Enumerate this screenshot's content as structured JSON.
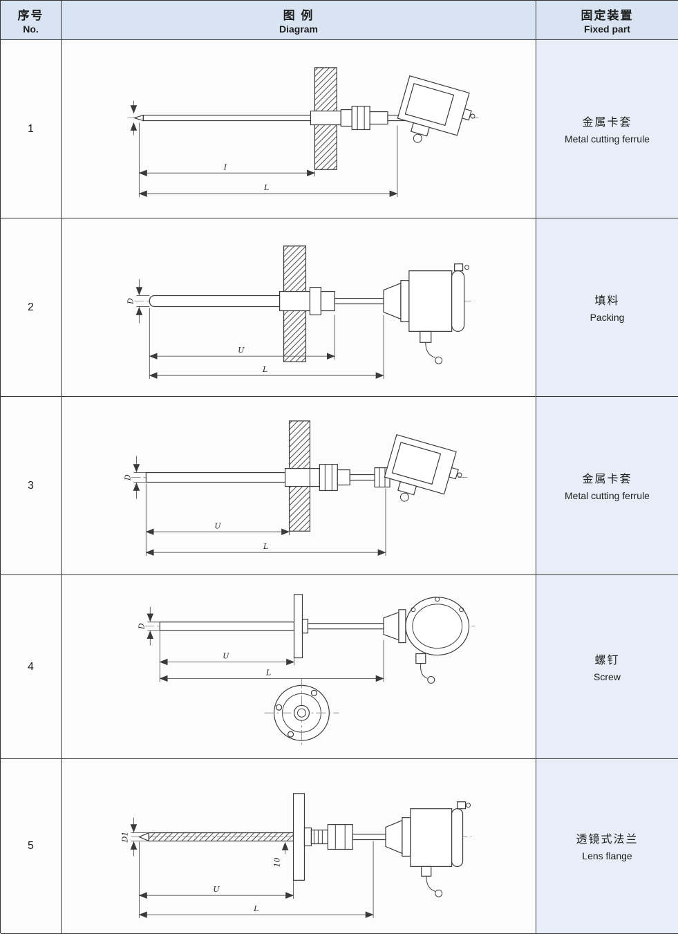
{
  "colors": {
    "border": "#333333",
    "header_bg": "#d8e4f1",
    "fixed_bg": "#e7eef7"
  },
  "header": {
    "no_zh": "序号",
    "no_en": "No.",
    "diagram_zh": "图 例",
    "diagram_en": "Diagram",
    "fixed_zh": "固定装置",
    "fixed_en": "Fixed part"
  },
  "rows": [
    {
      "no": "1",
      "fixed_zh": "金属卡套",
      "fixed_en": "Metal cutting ferrule",
      "dims": {
        "u": "I",
        "l": "L"
      }
    },
    {
      "no": "2",
      "fixed_zh": "填料",
      "fixed_en": "Packing",
      "dims": {
        "d": "D",
        "u": "U",
        "l": "L"
      }
    },
    {
      "no": "3",
      "fixed_zh": "金属卡套",
      "fixed_en": "Metal cutting ferrule",
      "dims": {
        "d": "D",
        "u": "U",
        "l": "L"
      }
    },
    {
      "no": "4",
      "fixed_zh": "螺钉",
      "fixed_en": "Screw",
      "dims": {
        "d": "D",
        "u": "U",
        "l": "L"
      }
    },
    {
      "no": "5",
      "fixed_zh": "透镜式法兰",
      "fixed_en": "Lens flange",
      "dims": {
        "d": "D1",
        "u": "U",
        "l": "L",
        "t": "10"
      }
    }
  ]
}
